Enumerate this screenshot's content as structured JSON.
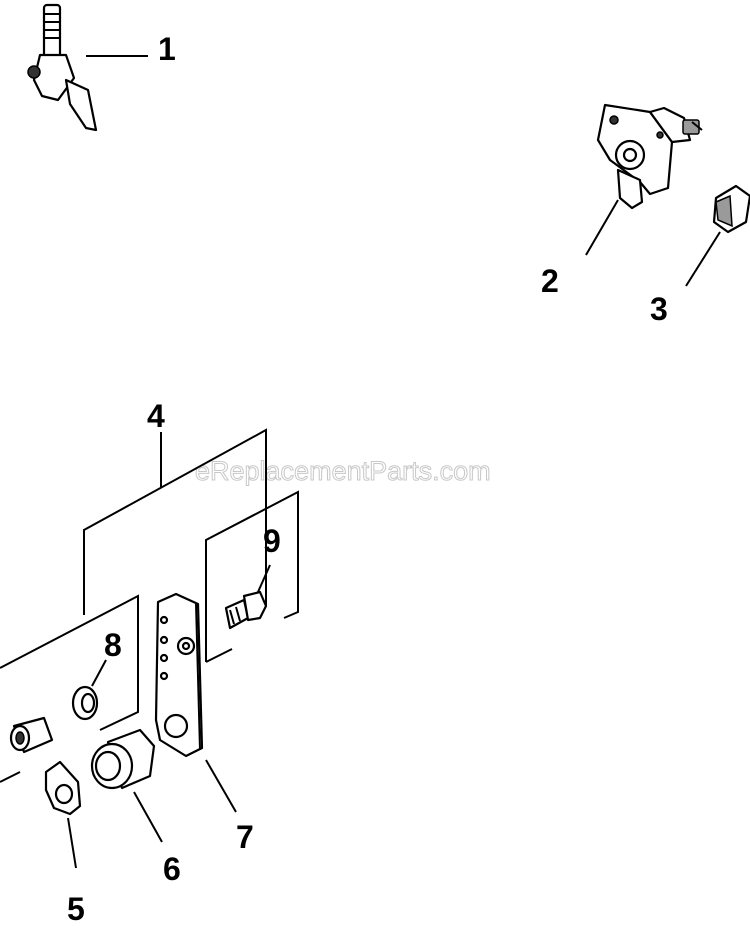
{
  "watermark": "eReplacementParts.com",
  "callouts": {
    "c1": "1",
    "c2": "2",
    "c3": "3",
    "c4": "4",
    "c5": "5",
    "c6": "6",
    "c7": "7",
    "c8": "8",
    "c9": "9"
  },
  "colors": {
    "line": "#000000",
    "background": "#ffffff",
    "watermark_stroke": "#c8c8c8"
  }
}
